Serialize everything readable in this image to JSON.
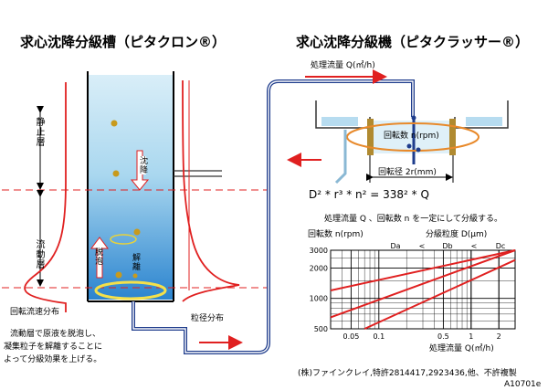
{
  "left": {
    "title": "求心沈降分級槽（ピタクロン®）",
    "stationary_layer": "静止層",
    "fluid_layer": "流動層",
    "settle": "沈降",
    "defoam": "脱泡",
    "dissociate": "解離",
    "flow_distribution": "回転流速分布",
    "particle_distribution": "粒径分布",
    "caption": [
      "流動層で原液を脱泡し、",
      "凝集粒子を解離することに",
      "よって分級効果を上げる。"
    ]
  },
  "right": {
    "title": "求心沈降分級機（ピタクラッサー®）",
    "flow_rate": "処理流量 Q(㎥/h)",
    "rotation_label": "回転数 n(rpm)",
    "diameter_label": "回転径 2r(mm)",
    "formula": "D² * r³ * n² = 338² * Q",
    "note": "処理流量 Q 、回転数 n を一定にして分級する。"
  },
  "chart_data": {
    "type": "line",
    "ylabel": "回転数 n(rpm)",
    "xlabel": "処理流量 Q(㎥/h)",
    "legend_title": "分級粒度 D(μm)",
    "legend_order": [
      "Da",
      "<",
      "Db",
      "<",
      "Dc"
    ],
    "xscale": "log",
    "yscale": "log",
    "xlim": [
      0.03,
      3
    ],
    "ylim": [
      500,
      3000
    ],
    "x_ticks": [
      "0.05",
      "0.1",
      "0.5",
      "1",
      "2"
    ],
    "y_ticks": [
      "3000",
      "2000",
      "1000",
      "500"
    ],
    "series": [
      {
        "name": "Da",
        "points": [
          [
            0.03,
            1200
          ],
          [
            3,
            3000
          ]
        ]
      },
      {
        "name": "Db",
        "points": [
          [
            0.03,
            650
          ],
          [
            3,
            3000
          ]
        ]
      },
      {
        "name": "Dc",
        "points": [
          [
            0.07,
            500
          ],
          [
            3,
            2400
          ]
        ]
      }
    ]
  },
  "footer": {
    "patent": "(株)ファインクレイ,特許2814417,2923436,他、不許複製",
    "code": "A10701e"
  },
  "colors": {
    "arrow": "#e02020",
    "pipe": "#1e3c8c",
    "water_top": "#cfe9f6",
    "water_bottom": "#2a86d0",
    "disk": "#f4e04a",
    "particle": "#c89a1c"
  }
}
